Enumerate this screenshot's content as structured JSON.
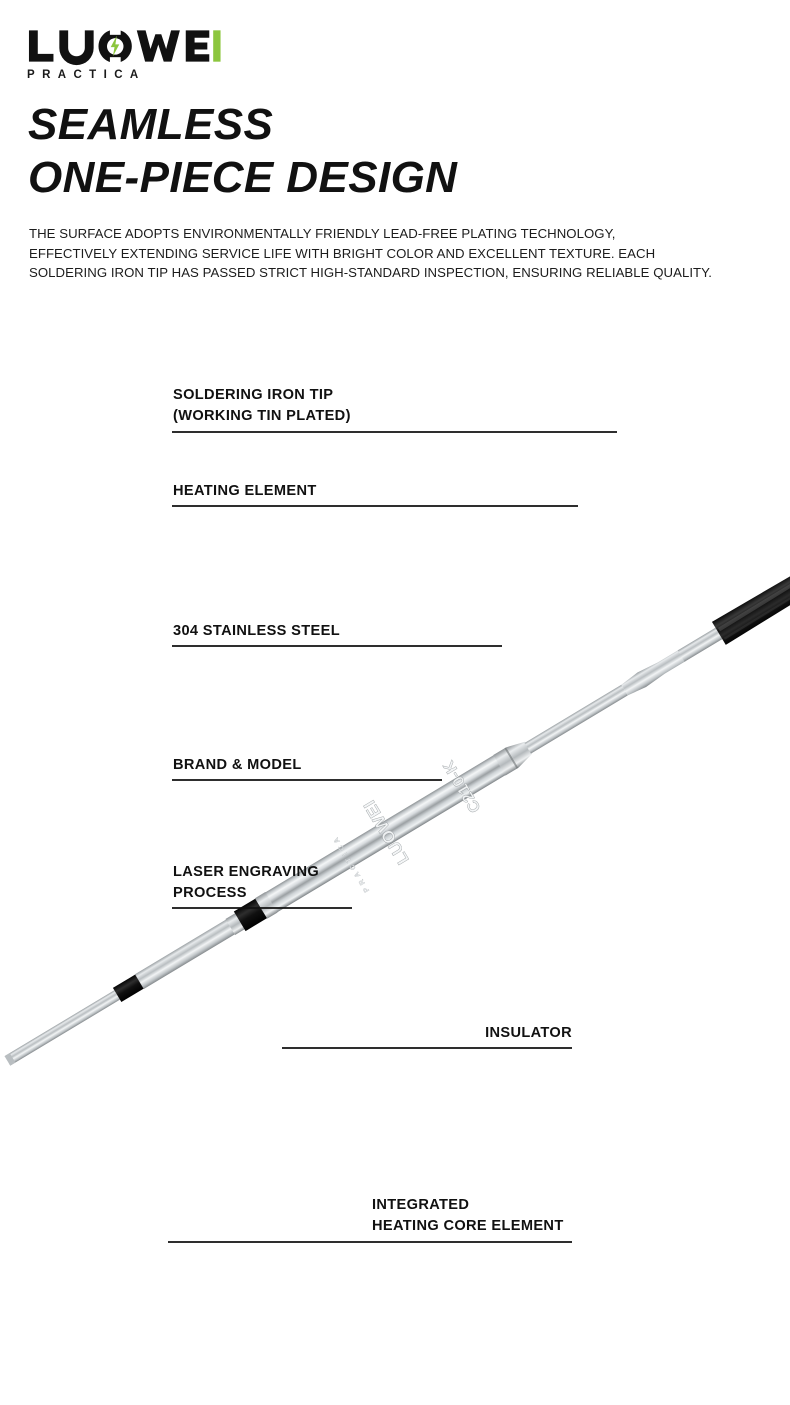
{
  "brand": {
    "logo_text": "LUOWEI",
    "logo_subtext": "PRACTICA",
    "accent_color": "#8CC63E",
    "logo_color": "#111111",
    "bolt_icon": "lightning-bolt-icon"
  },
  "headline": {
    "line1": "SEAMLESS",
    "line2": "ONE-PIECE DESIGN",
    "full": "SEAMLESS\nONE-PIECE DESIGN"
  },
  "intro": {
    "paragraph": "THE SURFACE ADOPTS ENVIRONMENTALLY FRIENDLY LEAD-FREE PLATING TECHNOLOGY,\nEFFECTIVELY EXTENDING SERVICE LIFE WITH BRIGHT COLOR AND EXCELLENT TEXTURE. EACH\nSOLDERING IRON TIP HAS PASSED STRICT HIGH-STANDARD INSPECTION, ENSURING RELIABLE QUALITY."
  },
  "product": {
    "engraving_brand": "LUOWEI",
    "engraving_model": "C210-K",
    "engraving_sub": "PRACTICA",
    "body_color": "#c9cdd0",
    "black_color": "#161616",
    "tip_color": "#f2f4f5"
  },
  "callouts": [
    {
      "id": "soldering-iron-tip",
      "label": "SOLDERING IRON TIP\n(WORKING TIN PLATED)",
      "align": "left"
    },
    {
      "id": "heating-element",
      "label": "HEATING ELEMENT",
      "align": "left"
    },
    {
      "id": "stainless-steel",
      "label": "304 STAINLESS STEEL",
      "align": "left"
    },
    {
      "id": "brand-model",
      "label": "BRAND & MODEL",
      "align": "left"
    },
    {
      "id": "laser-engraving",
      "label": "LASER ENGRAVING\nPROCESS",
      "align": "left"
    },
    {
      "id": "insulator",
      "label": "INSULATOR",
      "align": "right"
    },
    {
      "id": "heating-core",
      "label": "INTEGRATED\nHEATING CORE ELEMENT",
      "align": "left"
    }
  ]
}
